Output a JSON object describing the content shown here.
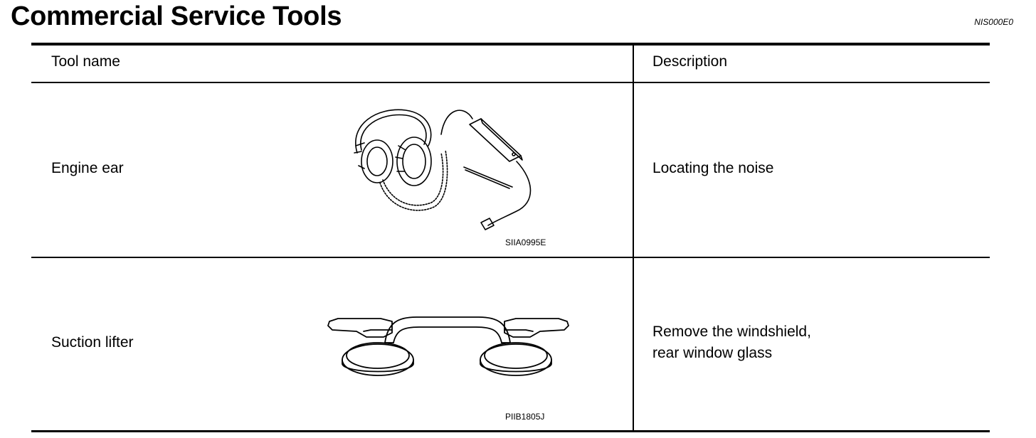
{
  "page": {
    "title": "Commercial Service Tools",
    "doc_code": "NIS000E0"
  },
  "table": {
    "headers": [
      "Tool name",
      "Description"
    ],
    "rows": [
      {
        "tool_name": "Engine ear",
        "figure_code": "SIIA0995E",
        "figure_icon": "headphone-stethoscope-icon",
        "description_lines": [
          "Locating the noise"
        ]
      },
      {
        "tool_name": "Suction lifter",
        "figure_code": "PIIB1805J",
        "figure_icon": "suction-cup-lifter-icon",
        "description_lines": [
          "Remove the windshield,",
          "rear window glass"
        ]
      }
    ]
  }
}
